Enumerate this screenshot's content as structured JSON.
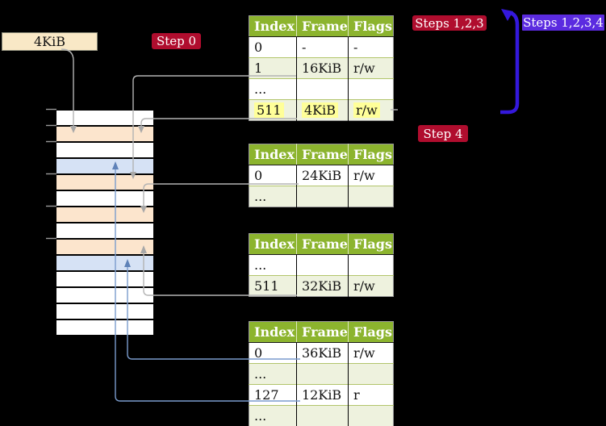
{
  "frame_box": {
    "label": "4KiB"
  },
  "labels": {
    "step0": "Step 0",
    "steps123": "Steps 1,2,3",
    "steps1234": "Steps 1,2,3,4",
    "step4": "Step 4"
  },
  "tables": {
    "table1": {
      "headers": [
        "Index",
        "Frame",
        "Flags"
      ],
      "rows": [
        {
          "cells": [
            "0",
            "-",
            "-"
          ]
        },
        {
          "cells": [
            "1",
            "16KiB",
            "r/w"
          ]
        },
        {
          "cells": [
            "...",
            "",
            ""
          ]
        },
        {
          "cells": [
            "511",
            "4KiB",
            "r/w"
          ],
          "highlighted": true
        }
      ]
    },
    "table2": {
      "headers": [
        "Index",
        "Frame",
        "Flags"
      ],
      "rows": [
        {
          "cells": [
            "0",
            "24KiB",
            "r/w"
          ]
        },
        {
          "cells": [
            "...",
            "",
            ""
          ]
        }
      ]
    },
    "table3": {
      "headers": [
        "Index",
        "Frame",
        "Flags"
      ],
      "rows": [
        {
          "cells": [
            "...",
            "",
            ""
          ]
        },
        {
          "cells": [
            "511",
            "32KiB",
            "r/w"
          ]
        }
      ]
    },
    "table4": {
      "headers": [
        "Index",
        "Frame",
        "Flags"
      ],
      "rows": [
        {
          "cells": [
            "0",
            "36KiB",
            "r/w"
          ]
        },
        {
          "cells": [
            "...",
            "",
            ""
          ]
        },
        {
          "cells": [
            "127",
            "12KiB",
            "r"
          ]
        },
        {
          "cells": [
            "...",
            "",
            ""
          ]
        }
      ]
    }
  },
  "memory_strip": {
    "row_types": [
      "plain",
      "frame",
      "plain",
      "target",
      "frame",
      "plain",
      "frame",
      "plain",
      "frame",
      "target",
      "plain",
      "plain",
      "plain",
      "plain"
    ]
  },
  "colors": {
    "header_green": "#8cb42e",
    "row_shade_green": "#eef2de",
    "frame_peach": "#fce5cd",
    "target_blue": "#d6e2f5",
    "highlight_yellow": "#ffff99",
    "label_crimson": "#b00d2e",
    "label_violet": "#5b2be0",
    "loop_arrow_blue": "#3418dc",
    "wire_gray": "#b3b3b3",
    "wire_blue": "#7a9ccd",
    "box_beige": "#f9e8c6"
  }
}
